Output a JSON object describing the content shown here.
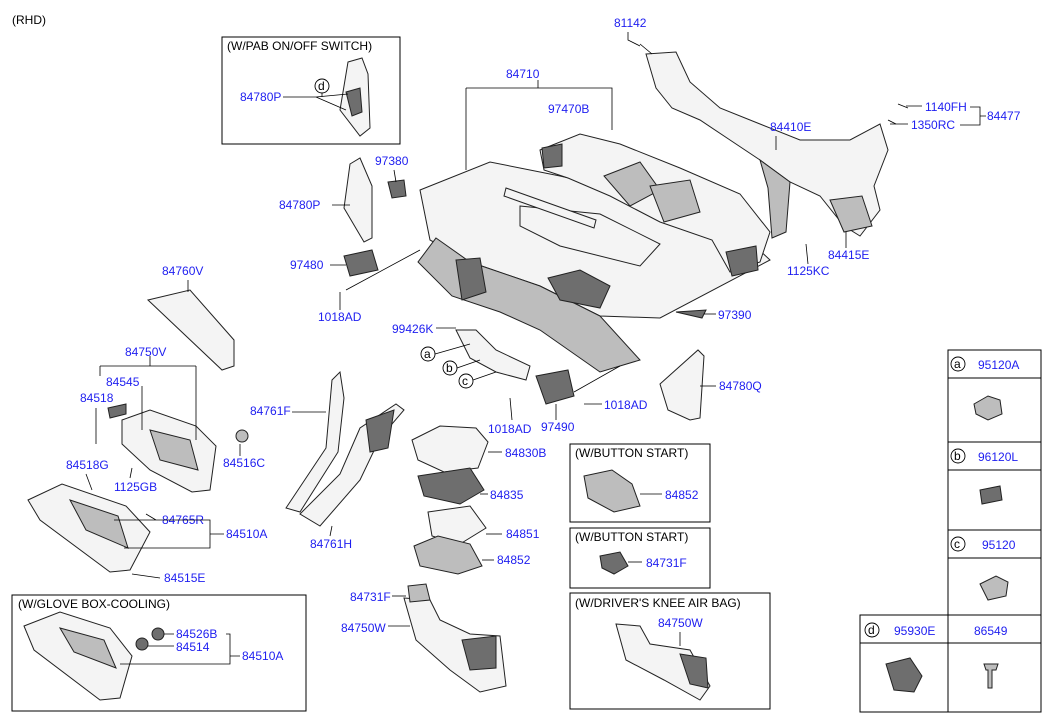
{
  "header": {
    "variant": "(RHD)"
  },
  "options": {
    "pab": "(W/PAB ON/OFF SWITCH)",
    "button_start_1": "(W/BUTTON START)",
    "button_start_2": "(W/BUTTON START)",
    "knee_airbag": "(W/DRIVER'S KNEE AIR BAG)",
    "glove_cooling": "(W/GLOVE BOX-COOLING)"
  },
  "parts": {
    "p81142": "81142",
    "p84710": "84710",
    "p97470B": "97470B",
    "p1140FH": "1140FH",
    "p1350RC": "1350RC",
    "p84477": "84477",
    "p84410E": "84410E",
    "p84780P_a": "84780P",
    "p84780P_b": "84780P",
    "p97380": "97380",
    "p97480": "97480",
    "p1018AD_a": "1018AD",
    "p1018AD_b": "1018AD",
    "p1018AD_c": "1018AD",
    "p1125KC": "1125KC",
    "p84415E": "84415E",
    "p84760V": "84760V",
    "p84750V": "84750V",
    "p84545": "84545",
    "p84518": "84518",
    "p99426K": "99426K",
    "p97390": "97390",
    "p84780Q": "84780Q",
    "p97490": "97490",
    "p84761F": "84761F",
    "p84761H": "84761H",
    "p84516C": "84516C",
    "p84518G": "84518G",
    "p1125GB": "1125GB",
    "p84765R": "84765R",
    "p84510A_a": "84510A",
    "p84515E": "84515E",
    "p84830B": "84830B",
    "p84835": "84835",
    "p84851": "84851",
    "p84852_a": "84852",
    "p84852_b": "84852",
    "p84731F_a": "84731F",
    "p84731F_b": "84731F",
    "p84750W_a": "84750W",
    "p84750W_b": "84750W",
    "p84526B": "84526B",
    "p84514": "84514",
    "p84510A_b": "84510A"
  },
  "callouts": {
    "a": "a",
    "b": "b",
    "c": "c",
    "d": "d"
  },
  "legend": {
    "a_letter": "a",
    "a_part": "95120A",
    "b_letter": "b",
    "b_part": "96120L",
    "c_letter": "c",
    "c_part": "95120",
    "d_letter": "d",
    "d_part1": "95930E",
    "d_part2": "86549"
  }
}
